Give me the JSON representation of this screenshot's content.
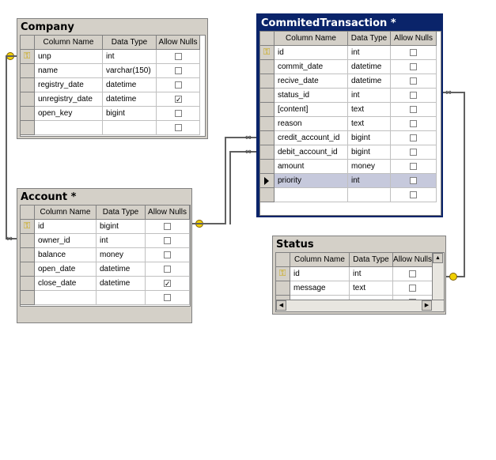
{
  "columns_header": {
    "column_name": "Column Name",
    "data_type": "Data Type",
    "allow_nulls": "Allow Nulls"
  },
  "company": {
    "title": "Company",
    "rows": [
      {
        "name": "unp",
        "type": "int",
        "nulls": false,
        "key": true
      },
      {
        "name": "name",
        "type": "varchar(150)",
        "nulls": false,
        "key": false
      },
      {
        "name": "registry_date",
        "type": "datetime",
        "nulls": false,
        "key": false
      },
      {
        "name": "unregistry_date",
        "type": "datetime",
        "nulls": true,
        "key": false
      },
      {
        "name": "open_key",
        "type": "bigint",
        "nulls": false,
        "key": false
      }
    ]
  },
  "transaction": {
    "title": "CommitedTransaction *",
    "rows": [
      {
        "name": "id",
        "type": "int",
        "nulls": false,
        "key": true
      },
      {
        "name": "commit_date",
        "type": "datetime",
        "nulls": false,
        "key": false
      },
      {
        "name": "recive_date",
        "type": "datetime",
        "nulls": false,
        "key": false
      },
      {
        "name": "status_id",
        "type": "int",
        "nulls": false,
        "key": false
      },
      {
        "name": "[content]",
        "type": "text",
        "nulls": false,
        "key": false
      },
      {
        "name": "reason",
        "type": "text",
        "nulls": false,
        "key": false
      },
      {
        "name": "credit_account_id",
        "type": "bigint",
        "nulls": false,
        "key": false
      },
      {
        "name": "debit_account_id",
        "type": "bigint",
        "nulls": false,
        "key": false
      },
      {
        "name": "amount",
        "type": "money",
        "nulls": false,
        "key": false
      },
      {
        "name": "priority",
        "type": "int",
        "nulls": false,
        "key": false,
        "current": true
      }
    ]
  },
  "account": {
    "title": "Account *",
    "rows": [
      {
        "name": "id",
        "type": "bigint",
        "nulls": false,
        "key": true
      },
      {
        "name": "owner_id",
        "type": "int",
        "nulls": false,
        "key": false
      },
      {
        "name": "balance",
        "type": "money",
        "nulls": false,
        "key": false
      },
      {
        "name": "open_date",
        "type": "datetime",
        "nulls": false,
        "key": false
      },
      {
        "name": "close_date",
        "type": "datetime",
        "nulls": true,
        "key": false
      }
    ]
  },
  "status": {
    "title": "Status",
    "allow_nulls_truncated": "Allow Nulls",
    "rows": [
      {
        "name": "id",
        "type": "int",
        "nulls": false,
        "key": true
      },
      {
        "name": "message",
        "type": "text",
        "nulls": false,
        "key": false
      }
    ]
  },
  "colors": {
    "selected_title_bg": "#0a246a",
    "window_bg": "#d4d0c8",
    "highlight_row": "#c6c9dc",
    "key_color": "#f0d000"
  }
}
